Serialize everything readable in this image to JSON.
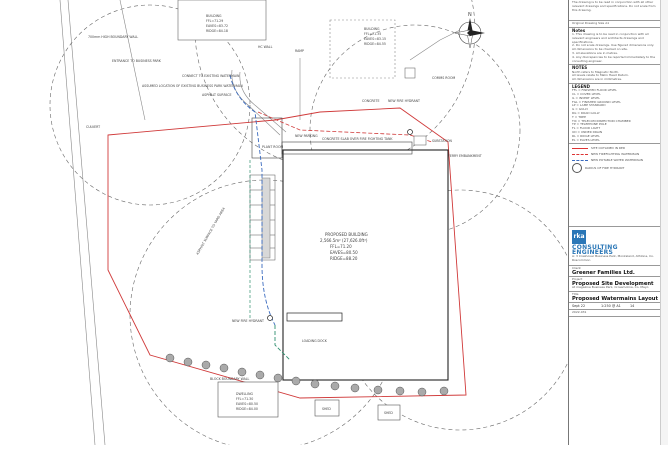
{
  "site": {
    "labels": {
      "building_top": "BUILDING",
      "ffl_top": "FFL=71.29",
      "eaves_top": "EAVES=83.72",
      "ridge_top": "RIDGE=84.18",
      "building_right": "BUILDING",
      "ffl_right": "FFL=71.35",
      "eaves_right": "EAVES=83.15",
      "ridge_right": "RIDGE=84.55",
      "boundary_wall": "700mm HIGH BOUNDARY WALL",
      "entrance": "ENTRANCE TO BUSINESS PARK",
      "connect": "CONNECT TO EXISTING WATERMAIN",
      "assumed": "ASSUMED LOCATION OF EXISTING BUSINESS PARK WATERMAIN",
      "asphalt_surface": "ASPHALT SURFACE",
      "new_parking": "NEW PARKING",
      "plant_room": "PLANT ROOM",
      "concrete_slab": "CONCRETE SLAB OVER FIRE FIGHTING TANK",
      "new_fire_hydrant": "NEW FIRE HYDRANT",
      "concrete": "CONCRETE",
      "substation": "SUBSTATION",
      "ferry": "FERRY EMBANKMENT",
      "proposed_title": "PROPOSED BUILDING",
      "proposed_area": "2,566.5m² (27,626.0ft²)",
      "proposed_ffl": "FFL=71.20",
      "proposed_eaves": "EAVES=80.50",
      "proposed_ridge": "RIDGE=88.20",
      "asphalt_yard": "ASPHALT SURFACE TO YARD AREA",
      "new_hydrant_left": "NEW FIRE HYDRANT",
      "loading_dock": "LOADING DOCK",
      "block_wall": "BLOCK BOUNDARY WALL",
      "dwelling": "DWELLING",
      "dwelling_ffl": "FFL=71.30",
      "dwelling_eaves": "EAVES=80.50",
      "dwelling_ridge": "RIDGE=84.00",
      "shed1": "SHED",
      "shed2": "SHED",
      "culvert": "CULVERT",
      "comms": "COMMS ROOM",
      "hc_wall": "HC WALL",
      "ramp": "RAMP"
    }
  },
  "north_arrow": {
    "label": "N"
  },
  "title_block": {
    "header_note": "The drawing is to be read in conjunction with all other relevant drawings and specifications. Do not scale from this drawing.",
    "original_size": "Original Drawing Size A1",
    "notes_title": "Notes",
    "notes": [
      "1. This drawing is to be read in conjunction with all relevant engineers and architects drawings and specifications.",
      "2. Do not scale drawings. Use figured dimensions only. All dimensions to be checked on site.",
      "3. All elevations are in metres.",
      "4. Any discrepancies to be reported immediately to the consulting engineer."
    ],
    "notes2_title": "NOTES",
    "notes2": [
      "North refers to Magnetic North.",
      "All levels relate to Malin Head Datum.",
      "All dimensions are in millimetres."
    ],
    "legend_title": "LEGEND",
    "legend_codes": [
      "FFL = FINISHED FLOOR LEVEL",
      "CL = COVER LEVEL",
      "IL = INVERT LEVEL",
      "FGL = FINISHED GROUND LEVEL",
      "LP = LAMP STANDARD",
      "G = GULLY",
      "RG = ROAD GULLY",
      "T = TREE",
      "TIC = TELECOM INSPECTION CHAMBER",
      "TP = TELEPHONE POLE",
      "FL = FLOOD LIGHT",
      "UD = UNDER DRAIN",
      "RL = RIDGE LEVEL",
      "EL = EAVES LEVEL"
    ],
    "legend_items": [
      {
        "label": "SITE OUTLINED IN RED",
        "style": "solid"
      },
      {
        "label": "NEW FIREFIGHTING WATERMAIN",
        "style": "dash"
      },
      {
        "label": "NEW POTABLE WATER WATERMAIN",
        "style": "blue"
      },
      {
        "label": "RADIUS OF FIRE HYDRANT",
        "style": "circle"
      }
    ],
    "firm_logo": "rka",
    "firm_name": "CONSULTING ENGINEERS",
    "firm_address": "A: 3 Crashover Business Park, Monksland, Athlone, Co. Roscommon",
    "client_label": "Client",
    "client": "Greener Families Ltd.",
    "project_label": "Project",
    "project": "Proposed Site Development",
    "project_location": "At magazine Business Park, Crossmolina, Co. Mayo",
    "drawing_title_label": "Title",
    "drawing_title": "Proposed Watermains Layout",
    "date": "Sept 22",
    "scale": "1:250 @ A1",
    "drawing_no": "2022-031",
    "revision": "14"
  }
}
